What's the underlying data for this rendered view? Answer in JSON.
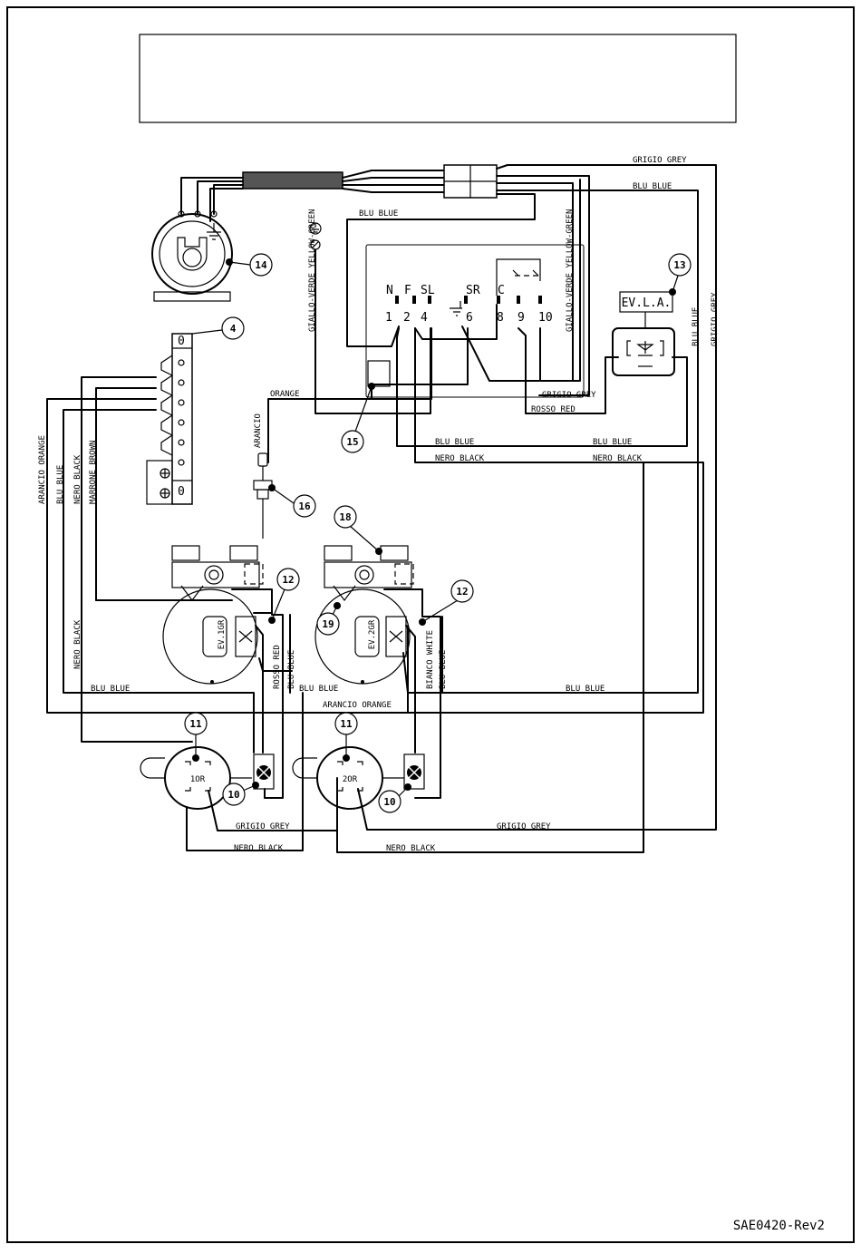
{
  "title_box_text": "",
  "drawing_ref": "SAE0420-Rev2",
  "wire_labels": {
    "grigio_grey": "GRIGIO GREY",
    "grigio_grey_spaced": "GRIGIO  GREY",
    "blu_blue": "BLU BLUE",
    "orange": "ORANGE",
    "arancio": "ARANCIO",
    "arancio_orange": "ARANCIO ORANGE",
    "nero_black": "NERO BLACK",
    "rosso_red": "ROSSO RED",
    "bianco_white": "BIANCO WHITE",
    "marrone_brown": "MARRONE BROWN",
    "giallo_verde_yellow_green": "GIALLO-VERDE YELLOW-GREEN"
  },
  "board": {
    "top_labels": [
      "N",
      "F",
      "SL",
      "SR",
      "C"
    ],
    "terminal_numbers": [
      "1",
      "2",
      "4",
      "6",
      "8",
      "9",
      "10"
    ]
  },
  "terminal_block": {
    "top": "0",
    "bottom": "0"
  },
  "components": {
    "evla": "EV.L.A.",
    "ev1": "EV.1GR",
    "ev2": "EV.2GR",
    "sw1": "1OR",
    "sw2": "2OR"
  },
  "callouts": {
    "c14": "14",
    "c4": "4",
    "c13": "13",
    "c15": "15",
    "c16": "16",
    "c18": "18",
    "c12a": "12",
    "c12b": "12",
    "c19": "19",
    "c11a": "11",
    "c11b": "11",
    "c10a": "10",
    "c10b": "10"
  }
}
